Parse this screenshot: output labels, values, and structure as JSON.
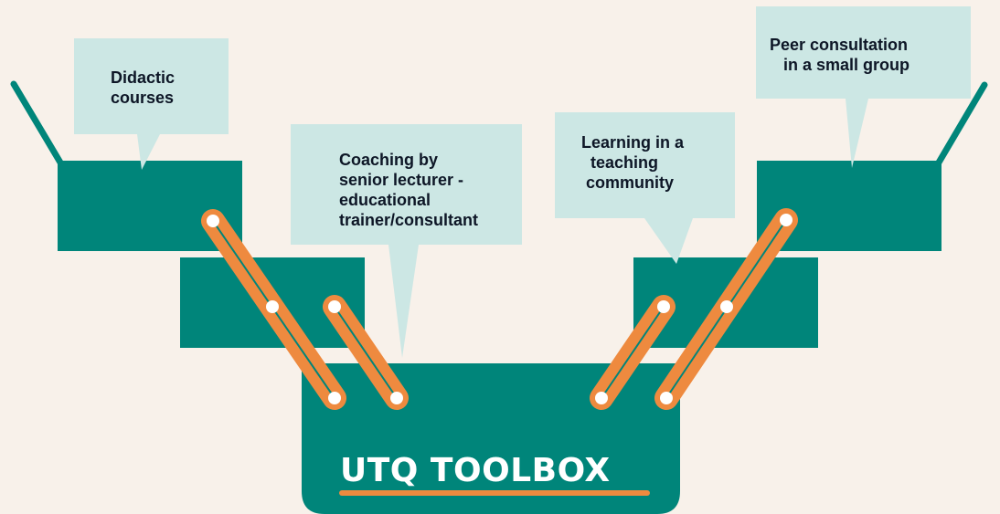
{
  "colors": {
    "background": "#f8f1ea",
    "teal": "#00857a",
    "orange": "#ee8a3f",
    "callout": "#cce7e4",
    "text": "#0d1626"
  },
  "callouts": [
    {
      "id": "didactic",
      "lines": [
        "Didactic",
        "courses"
      ]
    },
    {
      "id": "coaching",
      "lines": [
        "Coaching by",
        "senior lecturer -",
        "educational",
        "trainer/consultant"
      ]
    },
    {
      "id": "community",
      "lines": [
        "Learning in a",
        "teaching",
        "community"
      ]
    },
    {
      "id": "peer",
      "lines": [
        "Peer consultation",
        "in a small group"
      ]
    }
  ],
  "toolbox": {
    "title": "UTQ TOOLBOX"
  }
}
